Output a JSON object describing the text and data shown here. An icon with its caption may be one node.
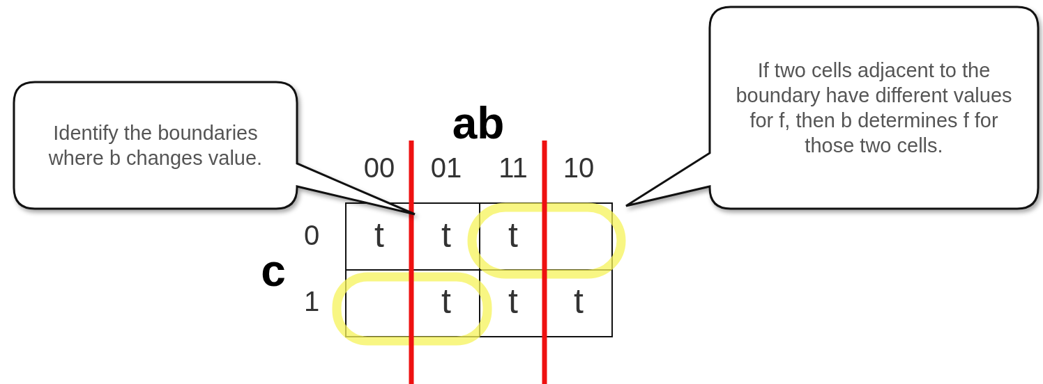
{
  "diagram": {
    "nodes": [
      {
        "text": [
          "Identify the boundaries where b changes value."
        ]
      },
      {
        "text": [
          "If two cells adjacent to the boundary have different values for f, then b determines f for those two cells."
        ]
      }
    ],
    "labels": [
      "ab",
      "00",
      "01",
      "11",
      "10",
      "0",
      "t",
      "t",
      "t",
      "c",
      "1",
      "t",
      "t",
      "t"
    ]
  }
}
